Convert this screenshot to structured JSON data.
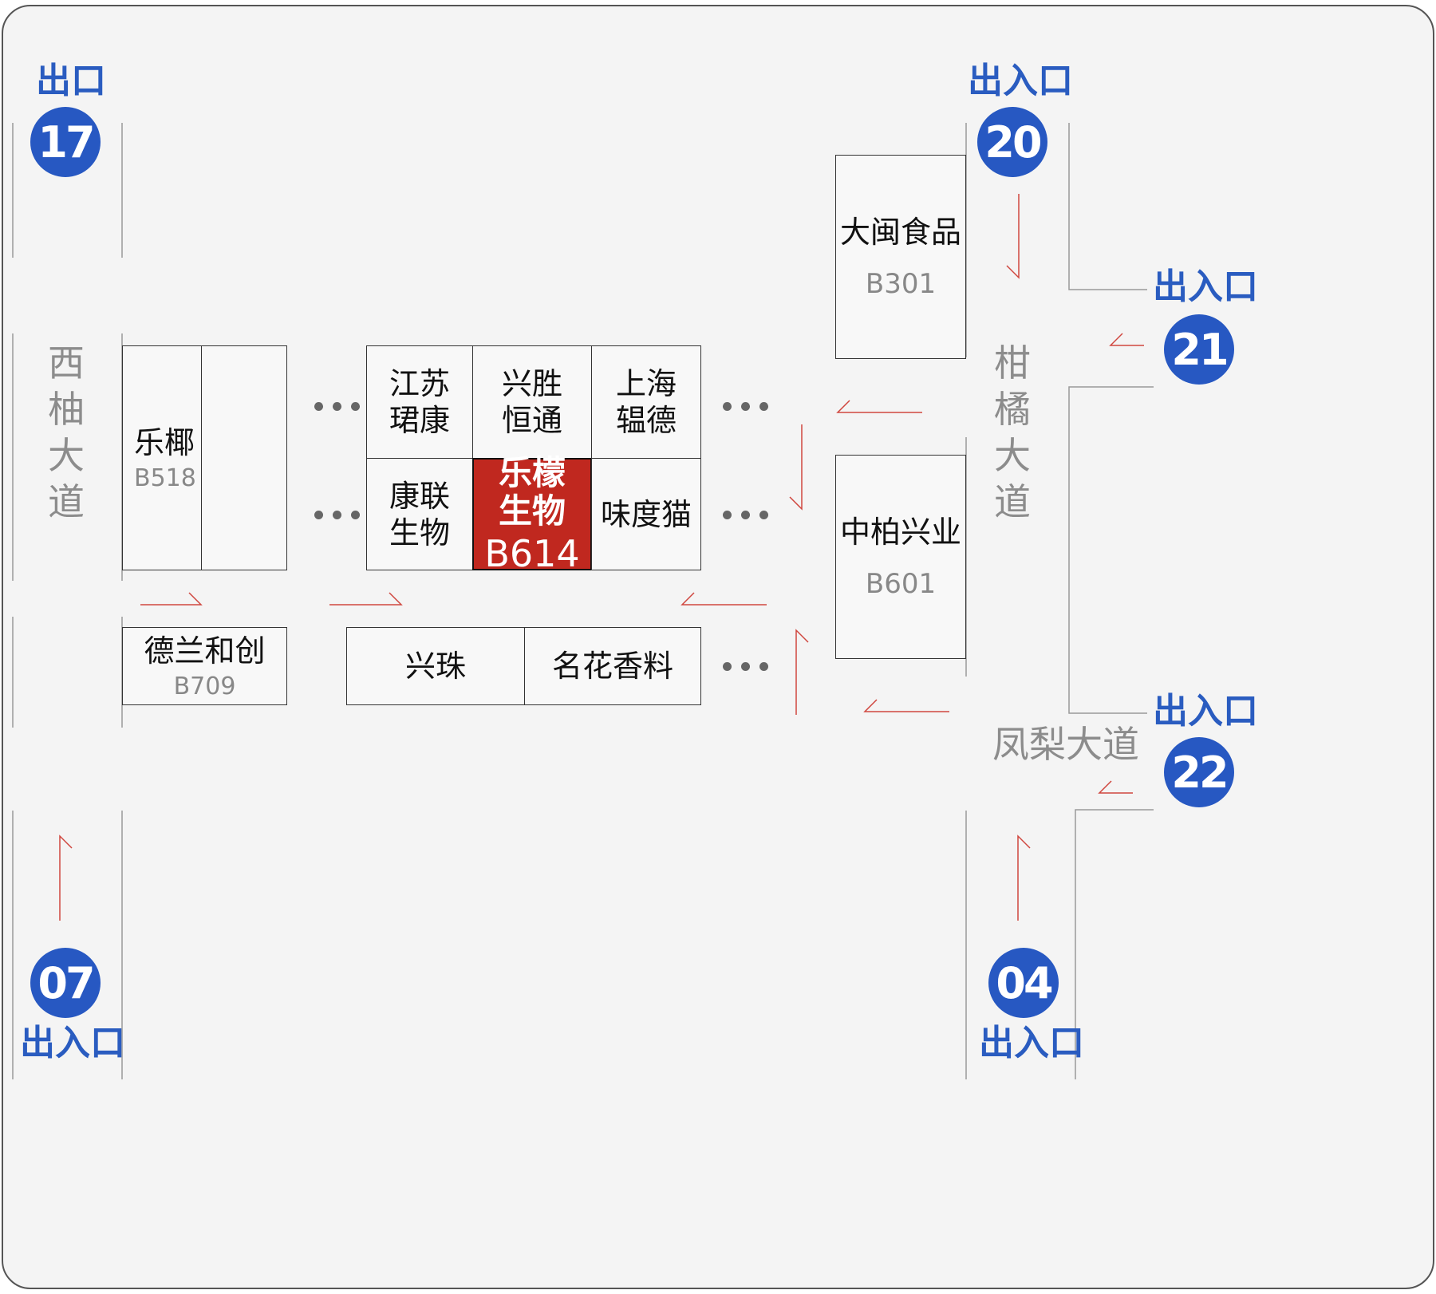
{
  "gates": {
    "g17": {
      "label": "出口",
      "number": "17"
    },
    "g20": {
      "label": "出入口",
      "number": "20"
    },
    "g21": {
      "label": "出入口",
      "number": "21"
    },
    "g22": {
      "label": "出入口",
      "number": "22"
    },
    "g07": {
      "label": "出入口",
      "number": "07"
    },
    "g04": {
      "label": "出入口",
      "number": "04"
    }
  },
  "roads": {
    "west": [
      "西",
      "柚",
      "大",
      "道"
    ],
    "east": [
      "柑",
      "橘",
      "大",
      "道"
    ],
    "south_east": "凤梨大道"
  },
  "blocks": {
    "leye": {
      "name": "乐椰",
      "code": "B518"
    },
    "delan": {
      "name": "德兰和创",
      "code": "B709"
    },
    "jiangsu": {
      "line1": "江苏",
      "line2": "珺康"
    },
    "xingsheng": {
      "line1": "兴胜",
      "line2": "恒通"
    },
    "shanghai": {
      "line1": "上海",
      "line2": "辒德"
    },
    "kanglian": {
      "line1": "康联",
      "line2": "生物"
    },
    "lemeng": {
      "line1": "乐檬",
      "line2": "生物",
      "code": "B614"
    },
    "weidumao": {
      "name": "味度猫"
    },
    "xingzhu": {
      "name": "兴珠"
    },
    "minghua": {
      "name": "名花香料"
    },
    "damin": {
      "name": "大闽食品",
      "code": "B301"
    },
    "zhongbai": {
      "name": "中柏兴业",
      "code": "B601"
    }
  },
  "colors": {
    "gate_blue": "#2758c2",
    "highlight_red": "#c0281f",
    "arrow_red": "#d0473f",
    "road_grey": "#8c8c8c"
  }
}
